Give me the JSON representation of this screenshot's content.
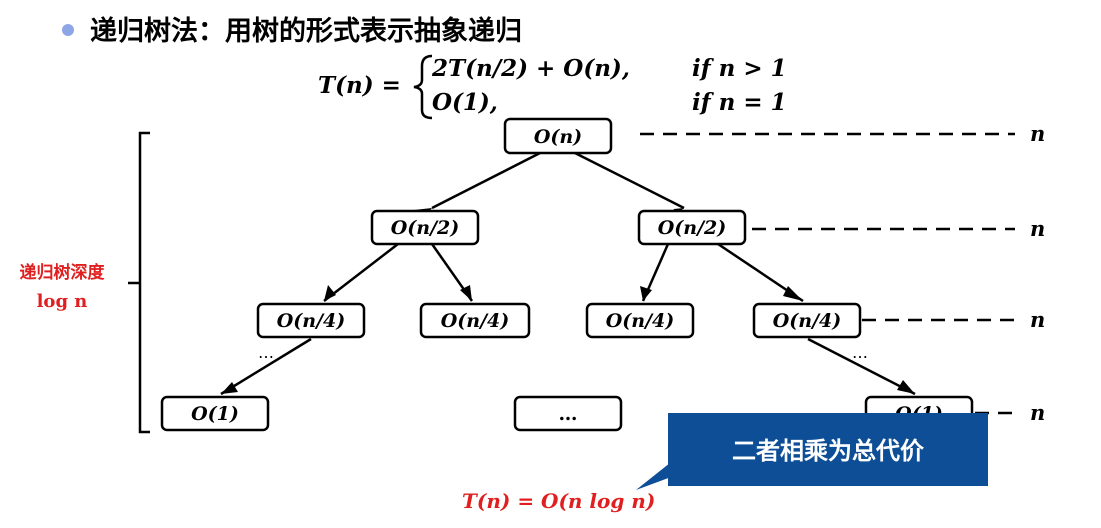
{
  "heading": {
    "bullet_color": "#8fa6e6",
    "title": "递归树法：用树的形式表示抽象递归"
  },
  "formula": {
    "lhs": "T(n) =",
    "case1_expr": "2T(n/2) + O(n),",
    "case1_cond": "if n > 1",
    "case2_expr": "O(1),",
    "case2_cond": "if n = 1"
  },
  "tree": {
    "root": "O(n)",
    "level1": [
      "O(n/2)",
      "O(n/2)"
    ],
    "level2": [
      "O(n/4)",
      "O(n/4)",
      "O(n/4)",
      "O(n/4)"
    ],
    "leaves": [
      "O(1)",
      "…",
      "O(1)"
    ],
    "ellipsis": "…",
    "level_cost": [
      "n",
      "n",
      "n",
      "n"
    ]
  },
  "depth": {
    "label": "递归树深度",
    "value": "log n",
    "color": "#e02020"
  },
  "callout": {
    "text": "二者相乘为总代价",
    "bg_color": "#0d4e96",
    "text_color": "#ffffff"
  },
  "result": {
    "text": "T(n) = O(n log n)",
    "color": "#e02020"
  }
}
